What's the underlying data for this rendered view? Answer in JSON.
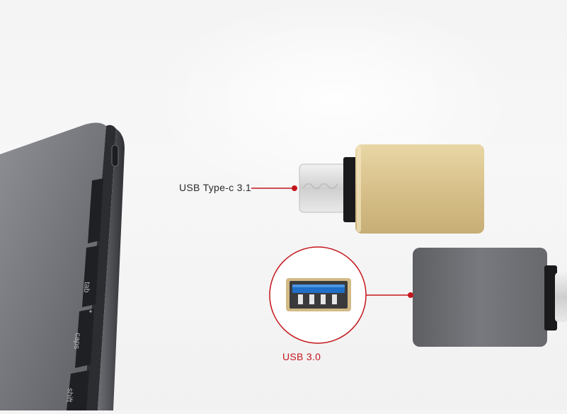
{
  "labels": {
    "typec": "USB Type-c 3.1",
    "usb3": "USB 3.0"
  },
  "laptop_keys": [
    "tab",
    "caps",
    "shift"
  ],
  "colors": {
    "accent_red": "#c4161c",
    "laptop_body": "#4b4d52",
    "gold_adapter": "#d9c28c",
    "gray_adapter": "#6f7176"
  },
  "icons": [
    "laptop",
    "usb-c-adapter-gold",
    "usb-a-port-closeup",
    "usb-adapter-gray"
  ]
}
